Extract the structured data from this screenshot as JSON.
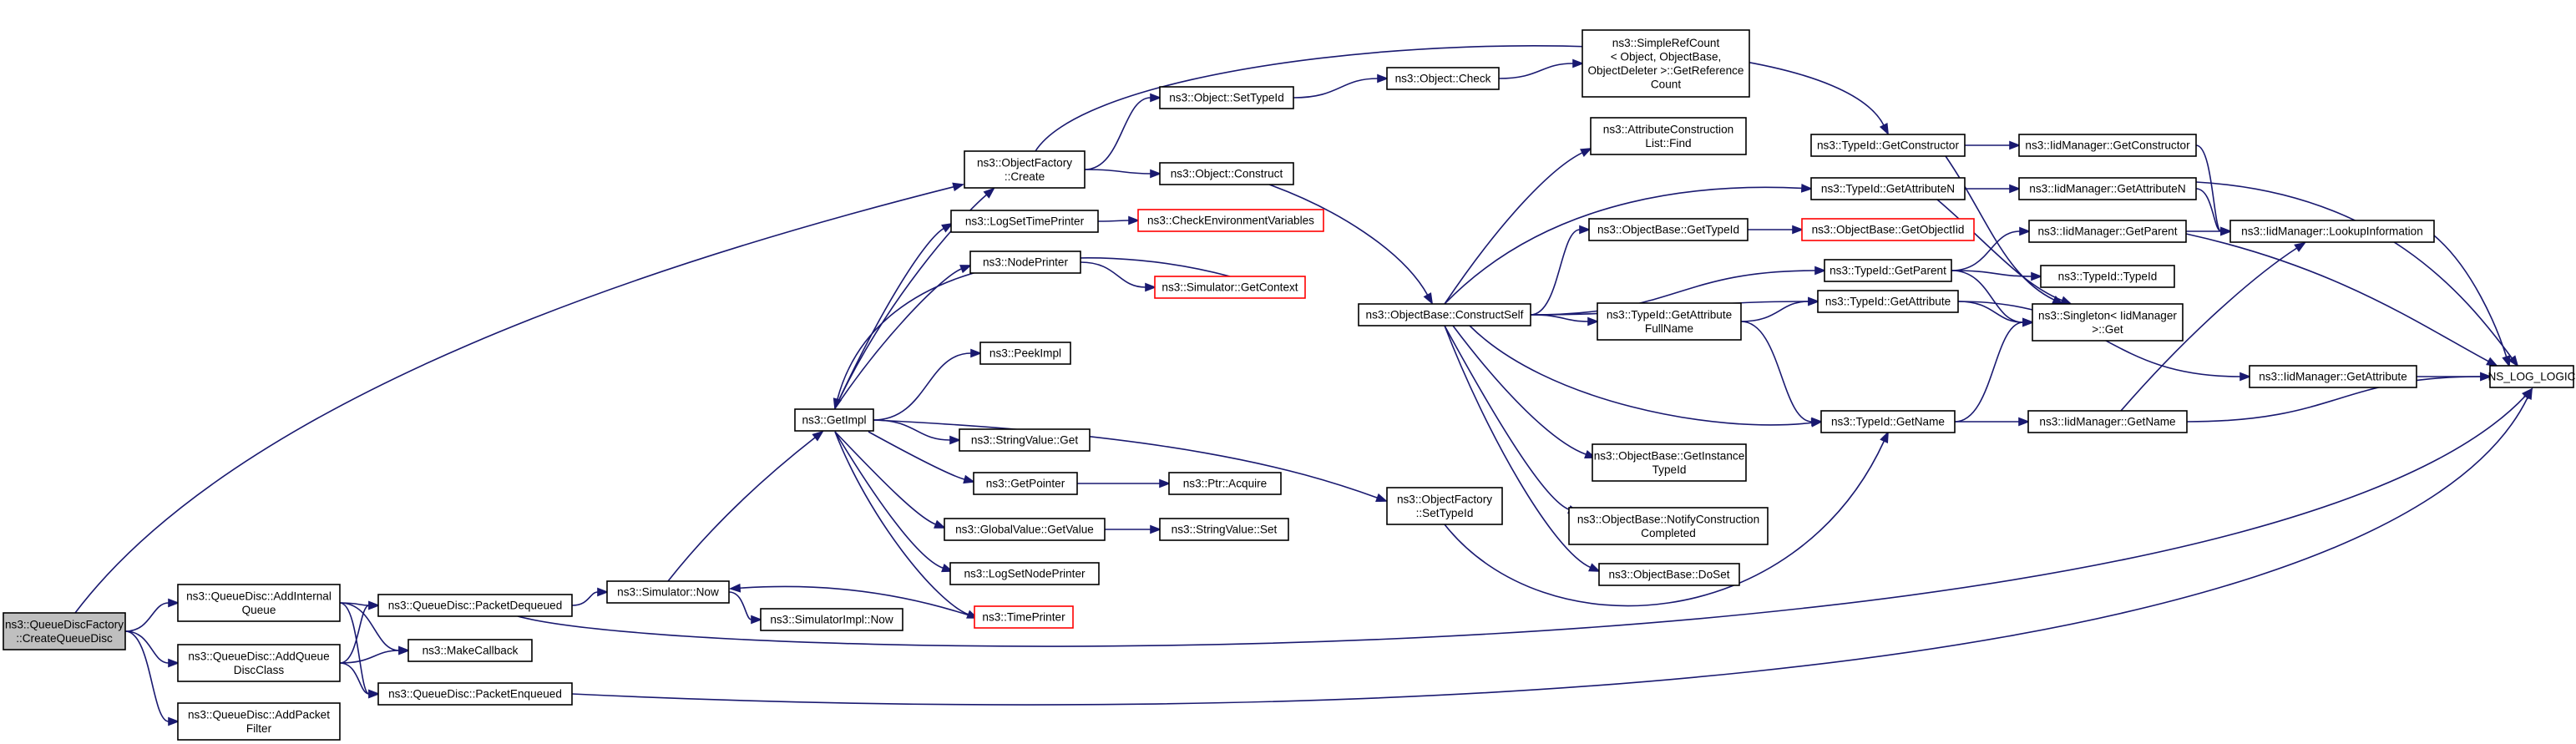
{
  "diagram": {
    "colors": {
      "edge": "#191970",
      "root_fill": "#bfbfbf",
      "truncated_border": "#ff0000",
      "border": "#000000"
    },
    "nodes": [
      {
        "id": "root",
        "lines": [
          "ns3::QueueDiscFactory",
          "::CreateQueueDisc"
        ],
        "style": "root"
      },
      {
        "id": "addInternalQueue",
        "lines": [
          "ns3::QueueDisc::AddInternal",
          "Queue"
        ]
      },
      {
        "id": "addQueueDiscClass",
        "lines": [
          "ns3::QueueDisc::AddQueue",
          "DiscClass"
        ]
      },
      {
        "id": "addPacketFilter",
        "lines": [
          "ns3::QueueDisc::AddPacket",
          "Filter"
        ]
      },
      {
        "id": "packetDequeued",
        "lines": [
          "ns3::QueueDisc::PacketDequeued"
        ]
      },
      {
        "id": "makeCallback",
        "lines": [
          "ns3::MakeCallback"
        ]
      },
      {
        "id": "packetEnqueued",
        "lines": [
          "ns3::QueueDisc::PacketEnqueued"
        ]
      },
      {
        "id": "simNow",
        "lines": [
          "ns3::Simulator::Now"
        ]
      },
      {
        "id": "simImplNow",
        "lines": [
          "ns3::SimulatorImpl::Now"
        ]
      },
      {
        "id": "getImpl",
        "lines": [
          "ns3::GetImpl"
        ]
      },
      {
        "id": "objFactoryCreate",
        "lines": [
          "ns3::ObjectFactory",
          "::Create"
        ]
      },
      {
        "id": "logSetTimePrinter",
        "lines": [
          "ns3::LogSetTimePrinter"
        ]
      },
      {
        "id": "checkEnv",
        "lines": [
          "ns3::CheckEnvironmentVariables"
        ],
        "style": "red"
      },
      {
        "id": "nodePrinter",
        "lines": [
          "ns3::NodePrinter"
        ]
      },
      {
        "id": "simGetContext",
        "lines": [
          "ns3::Simulator::GetContext"
        ],
        "style": "red"
      },
      {
        "id": "peekImpl",
        "lines": [
          "ns3::PeekImpl"
        ]
      },
      {
        "id": "stringValueGet",
        "lines": [
          "ns3::StringValue::Get"
        ]
      },
      {
        "id": "getPointer",
        "lines": [
          "ns3::GetPointer"
        ]
      },
      {
        "id": "ptrAcquire",
        "lines": [
          "ns3::Ptr::Acquire"
        ]
      },
      {
        "id": "globalValueGetValue",
        "lines": [
          "ns3::GlobalValue::GetValue"
        ]
      },
      {
        "id": "stringValueSet",
        "lines": [
          "ns3::StringValue::Set"
        ]
      },
      {
        "id": "logSetNodePrinter",
        "lines": [
          "ns3::LogSetNodePrinter"
        ]
      },
      {
        "id": "timePrinter",
        "lines": [
          "ns3::TimePrinter"
        ],
        "style": "red"
      },
      {
        "id": "objSetTypeId",
        "lines": [
          "ns3::Object::SetTypeId"
        ]
      },
      {
        "id": "objConstruct",
        "lines": [
          "ns3::Object::Construct"
        ]
      },
      {
        "id": "objCheck",
        "lines": [
          "ns3::Object::Check"
        ]
      },
      {
        "id": "simpleRefCount",
        "lines": [
          "ns3::SimpleRefCount",
          "< Object, ObjectBase,",
          "ObjectDeleter >::GetReference",
          "Count"
        ]
      },
      {
        "id": "objFactorySetTypeId",
        "lines": [
          "ns3::ObjectFactory",
          "::SetTypeId"
        ]
      },
      {
        "id": "constructSelf",
        "lines": [
          "ns3::ObjectBase::ConstructSelf"
        ]
      },
      {
        "id": "attrConstructionListFind",
        "lines": [
          "ns3::AttributeConstruction",
          "List::Find"
        ]
      },
      {
        "id": "objBaseGetTypeId",
        "lines": [
          "ns3::ObjectBase::GetTypeId"
        ]
      },
      {
        "id": "getObjectIid",
        "lines": [
          "ns3::ObjectBase::GetObjectIid"
        ],
        "style": "red"
      },
      {
        "id": "getAttributeFullName",
        "lines": [
          "ns3::TypeId::GetAttribute",
          "FullName"
        ]
      },
      {
        "id": "getInstanceTypeId",
        "lines": [
          "ns3::ObjectBase::GetInstance",
          "TypeId"
        ]
      },
      {
        "id": "notifyConstructionCompleted",
        "lines": [
          "ns3::ObjectBase::NotifyConstruction",
          "Completed"
        ]
      },
      {
        "id": "doSet",
        "lines": [
          "ns3::ObjectBase::DoSet"
        ]
      },
      {
        "id": "typeIdGetConstructor",
        "lines": [
          "ns3::TypeId::GetConstructor"
        ]
      },
      {
        "id": "typeIdGetAttributeN",
        "lines": [
          "ns3::TypeId::GetAttributeN"
        ]
      },
      {
        "id": "typeIdGetParent",
        "lines": [
          "ns3::TypeId::GetParent"
        ]
      },
      {
        "id": "typeIdGetAttribute",
        "lines": [
          "ns3::TypeId::GetAttribute"
        ]
      },
      {
        "id": "typeIdGetName",
        "lines": [
          "ns3::TypeId::GetName"
        ]
      },
      {
        "id": "iidGetConstructor",
        "lines": [
          "ns3::IidManager::GetConstructor"
        ]
      },
      {
        "id": "iidGetAttributeN",
        "lines": [
          "ns3::IidManager::GetAttributeN"
        ]
      },
      {
        "id": "iidGetParent",
        "lines": [
          "ns3::IidManager::GetParent"
        ]
      },
      {
        "id": "typeIdTypeId",
        "lines": [
          "ns3::TypeId::TypeId"
        ]
      },
      {
        "id": "singletonGet",
        "lines": [
          "ns3::Singleton< IidManager",
          " >::Get"
        ]
      },
      {
        "id": "iidGetAttribute",
        "lines": [
          "ns3::IidManager::GetAttribute"
        ]
      },
      {
        "id": "iidGetName",
        "lines": [
          "ns3::IidManager::GetName"
        ]
      },
      {
        "id": "iidLookupInformation",
        "lines": [
          "ns3::IidManager::LookupInformation"
        ]
      },
      {
        "id": "nsLogLogic",
        "lines": [
          "NS_LOG_LOGIC"
        ]
      }
    ],
    "edges": [
      [
        "root",
        "addInternalQueue"
      ],
      [
        "root",
        "addQueueDiscClass"
      ],
      [
        "root",
        "addPacketFilter"
      ],
      [
        "root",
        "objFactoryCreate"
      ],
      [
        "addInternalQueue",
        "packetDequeued"
      ],
      [
        "addInternalQueue",
        "makeCallback"
      ],
      [
        "addInternalQueue",
        "packetEnqueued"
      ],
      [
        "addQueueDiscClass",
        "packetDequeued"
      ],
      [
        "addQueueDiscClass",
        "makeCallback"
      ],
      [
        "addQueueDiscClass",
        "packetEnqueued"
      ],
      [
        "packetDequeued",
        "simNow"
      ],
      [
        "packetDequeued",
        "nsLogLogic"
      ],
      [
        "packetEnqueued",
        "nsLogLogic"
      ],
      [
        "simNow",
        "getImpl"
      ],
      [
        "simNow",
        "simImplNow"
      ],
      [
        "getImpl",
        "objFactoryCreate"
      ],
      [
        "getImpl",
        "logSetTimePrinter"
      ],
      [
        "getImpl",
        "nodePrinter"
      ],
      [
        "getImpl",
        "peekImpl"
      ],
      [
        "getImpl",
        "stringValueGet"
      ],
      [
        "getImpl",
        "getPointer"
      ],
      [
        "getImpl",
        "globalValueGetValue"
      ],
      [
        "getImpl",
        "logSetNodePrinter"
      ],
      [
        "getImpl",
        "timePrinter"
      ],
      [
        "getImpl",
        "objFactorySetTypeId"
      ],
      [
        "simGetContext",
        "getImpl"
      ],
      [
        "timePrinter",
        "simNow"
      ],
      [
        "logSetTimePrinter",
        "checkEnv"
      ],
      [
        "nodePrinter",
        "simGetContext"
      ],
      [
        "getPointer",
        "ptrAcquire"
      ],
      [
        "globalValueGetValue",
        "stringValueSet"
      ],
      [
        "objFactoryCreate",
        "objSetTypeId"
      ],
      [
        "objFactoryCreate",
        "objConstruct"
      ],
      [
        "objFactoryCreate",
        "typeIdGetConstructor"
      ],
      [
        "objSetTypeId",
        "objCheck"
      ],
      [
        "objCheck",
        "simpleRefCount"
      ],
      [
        "objConstruct",
        "constructSelf"
      ],
      [
        "objFactorySetTypeId",
        "typeIdGetName"
      ],
      [
        "constructSelf",
        "attrConstructionListFind"
      ],
      [
        "constructSelf",
        "typeIdGetAttributeN"
      ],
      [
        "constructSelf",
        "objBaseGetTypeId"
      ],
      [
        "constructSelf",
        "typeIdGetParent"
      ],
      [
        "constructSelf",
        "typeIdGetAttribute"
      ],
      [
        "constructSelf",
        "getAttributeFullName"
      ],
      [
        "constructSelf",
        "typeIdGetName"
      ],
      [
        "constructSelf",
        "getInstanceTypeId"
      ],
      [
        "constructSelf",
        "notifyConstructionCompleted"
      ],
      [
        "constructSelf",
        "doSet"
      ],
      [
        "objBaseGetTypeId",
        "getObjectIid"
      ],
      [
        "getAttributeFullName",
        "typeIdGetAttribute"
      ],
      [
        "getAttributeFullName",
        "typeIdGetName"
      ],
      [
        "typeIdGetConstructor",
        "iidGetConstructor"
      ],
      [
        "typeIdGetConstructor",
        "singletonGet"
      ],
      [
        "typeIdGetAttributeN",
        "iidGetAttributeN"
      ],
      [
        "typeIdGetAttributeN",
        "singletonGet"
      ],
      [
        "typeIdGetParent",
        "iidGetParent"
      ],
      [
        "typeIdGetParent",
        "typeIdTypeId"
      ],
      [
        "typeIdGetParent",
        "singletonGet"
      ],
      [
        "typeIdGetAttribute",
        "singletonGet"
      ],
      [
        "typeIdGetAttribute",
        "iidGetAttribute"
      ],
      [
        "typeIdGetName",
        "singletonGet"
      ],
      [
        "typeIdGetName",
        "iidGetName"
      ],
      [
        "iidGetConstructor",
        "iidLookupInformation"
      ],
      [
        "iidGetAttributeN",
        "iidLookupInformation"
      ],
      [
        "iidGetAttributeN",
        "nsLogLogic"
      ],
      [
        "iidGetParent",
        "iidLookupInformation"
      ],
      [
        "iidGetParent",
        "nsLogLogic"
      ],
      [
        "iidGetAttribute",
        "nsLogLogic"
      ],
      [
        "iidGetName",
        "iidLookupInformation"
      ],
      [
        "iidGetName",
        "nsLogLogic"
      ],
      [
        "iidLookupInformation",
        "nsLogLogic"
      ]
    ]
  }
}
